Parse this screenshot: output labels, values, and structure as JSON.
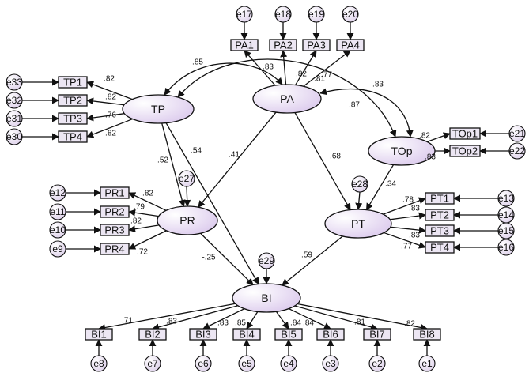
{
  "latents": {
    "TP": "TP",
    "PA": "PA",
    "TOp": "TOp",
    "PR": "PR",
    "PT": "PT",
    "BI": "BI"
  },
  "structural_errors": {
    "PR": "e27",
    "PT": "e28",
    "BI": "e29"
  },
  "indicators": {
    "TP": [
      {
        "label": "TP1",
        "error": "e33",
        "loading": ".82"
      },
      {
        "label": "TP2",
        "error": "e32",
        "loading": ".82"
      },
      {
        "label": "TP3",
        "error": "e31",
        "loading": ".76"
      },
      {
        "label": "TP4",
        "error": "e30",
        "loading": ".82"
      }
    ],
    "PA": [
      {
        "label": "PA1",
        "error": "e17",
        "loading": ".83"
      },
      {
        "label": "PA2",
        "error": "e18",
        "loading": ".82"
      },
      {
        "label": "PA3",
        "error": "e19",
        "loading": ".77"
      },
      {
        "label": "PA4",
        "error": "e20",
        "loading": ".81"
      }
    ],
    "TOp": [
      {
        "label": "TOp1",
        "error": "e21",
        "loading": ".82"
      },
      {
        "label": "TOp2",
        "error": "e22",
        "loading": ".83"
      }
    ],
    "PR": [
      {
        "label": "PR1",
        "error": "e12",
        "loading": ".82"
      },
      {
        "label": "PR2",
        "error": "e11",
        "loading": ".79"
      },
      {
        "label": "PR3",
        "error": "e10",
        "loading": ".82"
      },
      {
        "label": "PR4",
        "error": "e9",
        "loading": ".72"
      }
    ],
    "PT": [
      {
        "label": "PT1",
        "error": "e13",
        "loading": ".78"
      },
      {
        "label": "PT2",
        "error": "e14",
        "loading": ".83"
      },
      {
        "label": "PT3",
        "error": "e15",
        "loading": ".83"
      },
      {
        "label": "PT4",
        "error": "e16",
        "loading": ".77"
      }
    ],
    "BI": [
      {
        "label": "BI1",
        "error": "e8",
        "loading": ".71"
      },
      {
        "label": "BI2",
        "error": "e7",
        "loading": ".83"
      },
      {
        "label": "BI3",
        "error": "e6",
        "loading": ".83"
      },
      {
        "label": "BI4",
        "error": "e5",
        "loading": ".85"
      },
      {
        "label": "BI5",
        "error": "e4",
        "loading": ".84"
      },
      {
        "label": "BI6",
        "error": "e3",
        "loading": ".84"
      },
      {
        "label": "BI7",
        "error": "e2",
        "loading": ".81"
      },
      {
        "label": "BI8",
        "error": "e1",
        "loading": ".82"
      }
    ]
  },
  "paths": {
    "TP_PR": ".52",
    "TP_BI": ".54",
    "PA_PR": ".41",
    "PA_PT": ".68",
    "TOp_PT": ".34",
    "PT_BI": ".59",
    "PR_BI": "-.25"
  },
  "covariances": {
    "TP_PA": ".85",
    "TP_TOp": ".87",
    "PA_TOp": ".83"
  },
  "colors": {
    "latent_fill_light": "#ffffff",
    "latent_fill_dark": "#dccbed",
    "box_fill": "#ece6f3",
    "stroke": "#111111"
  }
}
